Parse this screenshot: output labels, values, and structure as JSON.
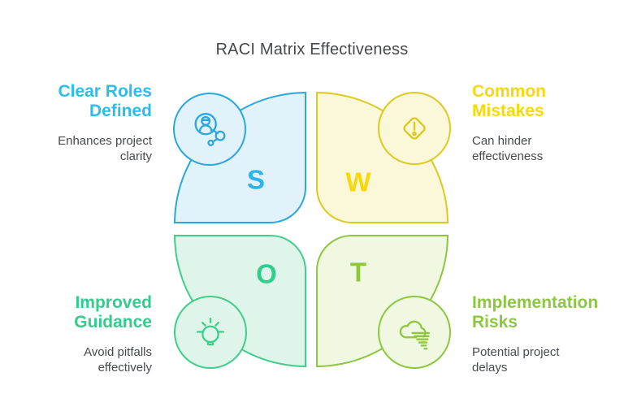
{
  "title": "RACI Matrix Effectiveness",
  "title_color": "#46484B",
  "body_text_color": "#474A4E",
  "quadrants": [
    {
      "letter": "S",
      "heading_lines": [
        "Clear Roles",
        "Defined"
      ],
      "description_lines": [
        "Enhances project",
        "clarity"
      ],
      "icon": "user-network-icon",
      "accent": "#29BEF2",
      "stroke": "#2BA7DE",
      "fill": "#E2F2FB"
    },
    {
      "letter": "W",
      "heading_lines": [
        "Common",
        "Mistakes"
      ],
      "description_lines": [
        "Can hinder",
        "effectiveness"
      ],
      "icon": "warning-diamond-icon",
      "accent": "#F6D80B",
      "stroke": "#DCCA1E",
      "fill": "#FBF7D9"
    },
    {
      "letter": "O",
      "heading_lines": [
        "Improved",
        "Guidance"
      ],
      "description_lines": [
        "Avoid pitfalls",
        "effectively"
      ],
      "icon": "lightbulb-icon",
      "accent": "#2FCE8C",
      "stroke": "#3FCE8C",
      "fill": "#E0F5EA"
    },
    {
      "letter": "T",
      "heading_lines": [
        "Implementation",
        "Risks"
      ],
      "description_lines": [
        "Potential project",
        "delays"
      ],
      "icon": "fog-cloud-icon",
      "accent": "#8DC63F",
      "stroke": "#8DC63F",
      "fill": "#F0F8E1"
    }
  ]
}
